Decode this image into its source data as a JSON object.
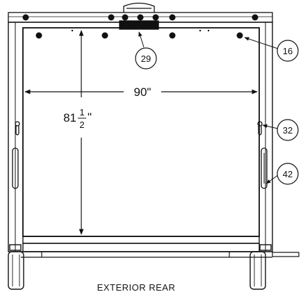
{
  "drawing": {
    "caption": "EXTERIOR REAR",
    "width_dimension": "90\"",
    "height_dimension": {
      "whole": "81",
      "numerator": "1",
      "denominator": "2",
      "unit": "\""
    },
    "callouts": {
      "c29": "29",
      "c16": "16",
      "c32": "32",
      "c42": "42"
    },
    "stroke_color": "#111111"
  }
}
